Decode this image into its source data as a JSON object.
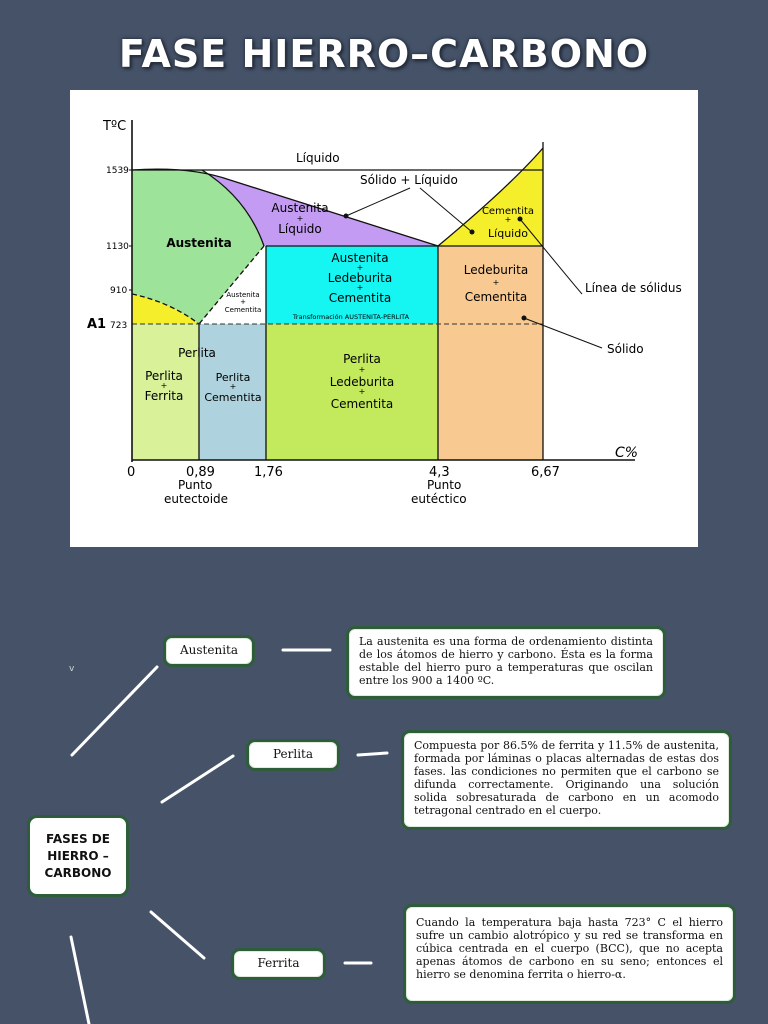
{
  "page": {
    "title": "FASE HIERRO–CARBONO"
  },
  "diagram": {
    "axis_y_label": "TºC",
    "axis_x_label": "C%",
    "temps": {
      "t1539": "1539",
      "t1130": "1130",
      "t910": "910",
      "a1_prefix": "A1",
      "t723": "723"
    },
    "ticks": {
      "x0": "0",
      "x089": "0,89",
      "x176": "1,76",
      "x43": "4,3",
      "x667": "6,67"
    },
    "points": {
      "eutectoid_1": "Punto",
      "eutectoid_2": "eutectoide",
      "eutectic_1": "Punto",
      "eutectic_2": "eutéctico"
    },
    "regions": {
      "liquido": "Líquido",
      "solido_liquido": "Sólido + Líquido",
      "austenita_liquido_1": "Austenita",
      "austenita_liquido_2": "+",
      "austenita_liquido_3": "Líquido",
      "austenita": "Austenita",
      "aus_cem_small_1": "Austenita",
      "aus_cem_small_2": "+",
      "aus_cem_small_3": "Cementita",
      "aus_led_cem_1": "Austenita",
      "aus_led_cem_2": "+",
      "aus_led_cem_3": "Ledeburita",
      "aus_led_cem_4": "+",
      "aus_led_cem_5": "Cementita",
      "transformacion": "Transformación AUSTENITA-PERLITA",
      "cem_liq_1": "Cementita",
      "cem_liq_2": "+",
      "cem_liq_3": "Líquido",
      "led_cem_1": "Ledeburita",
      "led_cem_2": "+",
      "led_cem_3": "Cementita",
      "perlita_top": "Perlita",
      "perl_ferr_1": "Perlita",
      "perl_ferr_2": "+",
      "perl_ferr_3": "Ferrita",
      "perl_cem_1": "Perlita",
      "perl_cem_2": "+",
      "perl_cem_3": "Cementita",
      "perl_led_cem_1": "Perlita",
      "perl_led_cem_2": "+",
      "perl_led_cem_3": "Ledeburita",
      "perl_led_cem_4": "+",
      "perl_led_cem_5": "Cementita"
    },
    "callouts": {
      "linea_solidus": "Línea de sólidus",
      "solido": "Sólido"
    },
    "colors": {
      "liquid": "#ffffff",
      "purple": "#c39bf2",
      "green": "#9ee39a",
      "yellow": "#f5ee2a",
      "cyan": "#15f5f2",
      "peach": "#f8c990",
      "lightgreen": "#d9f29a",
      "lightblue": "#aed3de",
      "limegreen": "#c3ea5c"
    }
  },
  "mindmap": {
    "root_lines": [
      "FASES DE",
      "HIERRO –",
      "CARBONO"
    ],
    "stray_mark": "v",
    "nodes": [
      {
        "label": "Austenita",
        "description": "La austenita es una forma de ordenamiento distinta de los átomos de hierro y carbono. Ésta es la forma estable del hierro puro a temperaturas que oscilan entre los 900 a 1400 ºC."
      },
      {
        "label": "Perlita",
        "description": "Compuesta por 86.5% de ferrita y 11.5% de austenita, formada por láminas o placas alternadas de estas dos fases. las condiciones no permiten que el carbono se difunda correctamente. Originando una solución solida sobresaturada de carbono en un acomodo tetragonal centrado en el cuerpo."
      },
      {
        "label": "Ferrita",
        "description": "Cuando la temperatura baja hasta 723° C el hierro sufre un cambio alotrópico y su red se transforma en cúbica centrada en el cuerpo (BCC), que no acepta apenas átomos de carbono en su seno; entonces el hierro se denomina ferrita o hierro-α."
      }
    ]
  }
}
